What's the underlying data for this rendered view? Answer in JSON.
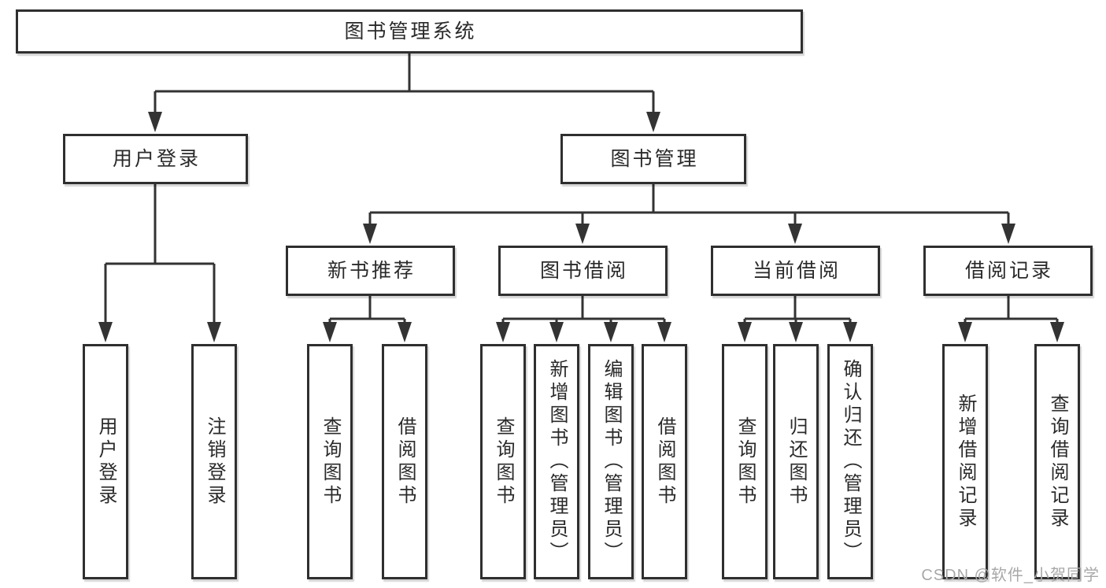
{
  "tree": {
    "root": {
      "label": "图书管理系统"
    },
    "branches": [
      {
        "label": "用户登录",
        "leaves": [
          "用户登录",
          "注销登录"
        ]
      },
      {
        "label": "图书管理",
        "groups": [
          {
            "label": "新书推荐",
            "leaves": [
              "查询图书",
              "借阅图书"
            ]
          },
          {
            "label": "图书借阅",
            "leaves": [
              "查询图书",
              "新增图书（管理员）",
              "编辑图书（管理员）",
              "借阅图书"
            ]
          },
          {
            "label": "当前借阅",
            "leaves": [
              "查询图书",
              "归还图书",
              "确认归还（管理员）"
            ]
          },
          {
            "label": "借阅记录",
            "leaves": [
              "新增借阅记录",
              "查询借阅记录"
            ]
          }
        ]
      }
    ]
  },
  "watermark": "CSDN @软件_小贺同学",
  "colors": {
    "line": "#333333",
    "border": "#2f2f2f",
    "text": "#2a2a2a",
    "background": "#ffffff",
    "watermark": "#a8a8a8"
  }
}
